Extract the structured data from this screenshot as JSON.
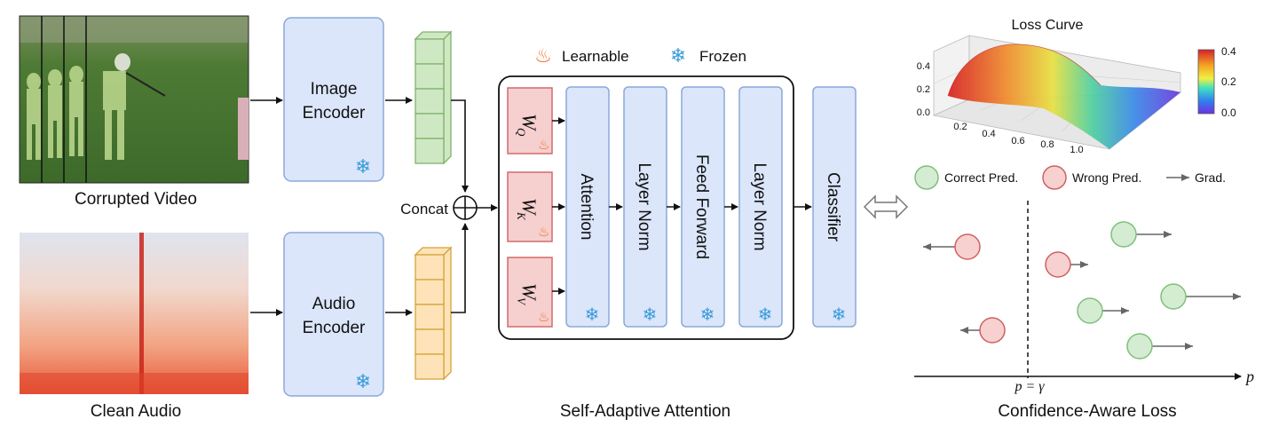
{
  "inputs": {
    "video_caption": "Corrupted Video",
    "audio_caption": "Clean Audio"
  },
  "encoders": {
    "image": [
      "Image",
      "Encoder"
    ],
    "audio": [
      "Audio",
      "Encoder"
    ]
  },
  "concat_label": "Concat",
  "legend_top": {
    "learnable": "Learnable",
    "frozen": "Frozen"
  },
  "weights": {
    "q": {
      "base": "W",
      "sub": "Q"
    },
    "k": {
      "base": "W",
      "sub": "K"
    },
    "v": {
      "base": "W",
      "sub": "V"
    }
  },
  "blocks": [
    "Attention",
    "Layer Norm",
    "Feed Forward",
    "Layer Norm"
  ],
  "classifier": "Classifier",
  "section_captions": {
    "attention": "Self-Adaptive Attention",
    "loss": "Confidence-Aware Loss"
  },
  "loss_curve": {
    "title": "Loss Curve",
    "z_ticks": [
      "0.4",
      "0.2",
      "0.0"
    ],
    "x_ticks": [
      "0.2",
      "0.4",
      "0.6",
      "0.8",
      "1.0"
    ],
    "colorbar_ticks": [
      "0.4",
      "0.2",
      "0.0"
    ]
  },
  "loss_legend": {
    "correct": "Correct Pred.",
    "wrong": "Wrong Pred.",
    "grad": "Grad."
  },
  "axis": {
    "p_label": "p",
    "threshold_label": "p = γ"
  },
  "colors": {
    "encoder_fill": "#dbe6fb",
    "encoder_stroke": "#8ba8d8",
    "weight_fill": "#f6cfcf",
    "weight_stroke": "#d46a6a",
    "correct_fill": "#d4ecd1",
    "correct_stroke": "#7fbf7a",
    "wrong_fill": "#f7d0d0",
    "wrong_stroke": "#d06060",
    "video_token_fill": "#cfe8c4",
    "video_token_stroke": "#7fb36a",
    "audio_token_fill": "#fde3b7",
    "audio_token_stroke": "#d6a33a"
  }
}
